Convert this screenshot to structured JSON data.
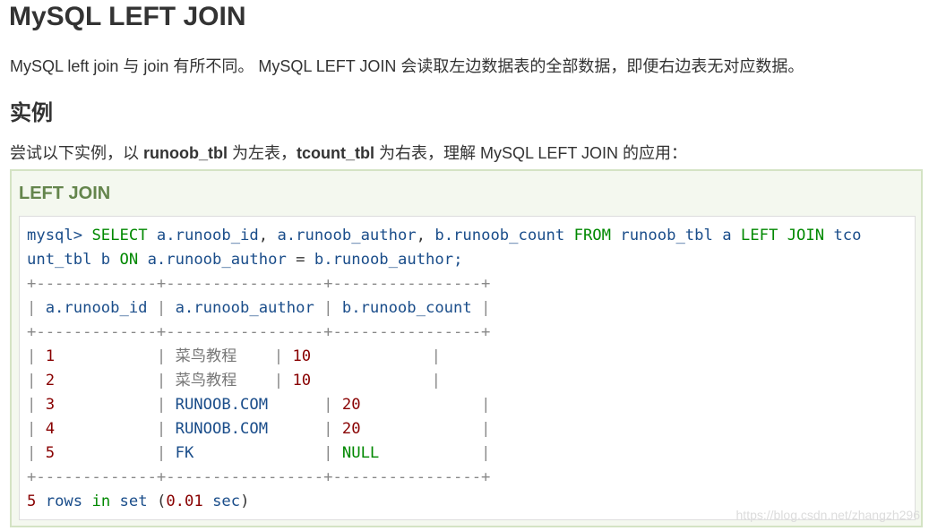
{
  "page": {
    "title": "MySQL LEFT JOIN",
    "intro": "MySQL left join 与 join 有所不同。 MySQL LEFT JOIN 会读取左边数据表的全部数据，即便右边表无对应数据。",
    "section_heading": "实例",
    "desc": {
      "prefix": "尝试以下实例，以 ",
      "table_left": "runoob_tbl",
      "middle": " 为左表，",
      "table_right": "tcount_tbl",
      "suffix": " 为右表，理解 MySQL LEFT JOIN 的应用："
    }
  },
  "example": {
    "title": "LEFT JOIN",
    "query": {
      "prompt": "mysql>",
      "kw_select": "SELECT",
      "col1": "a.runoob_id",
      "col2": "a.runoob_author",
      "col3": "b.runoob_count",
      "kw_from": "FROM",
      "table1": "runoob_tbl",
      "alias1": "a",
      "kw_left": "LEFT",
      "kw_join": "JOIN",
      "table2_part1": "tco",
      "table2_part2": "unt_tbl",
      "alias2": "b",
      "kw_on": "ON",
      "cond_left": "a.runoob_author",
      "cond_op": "=",
      "cond_right": "b.runoob_author;"
    },
    "table": {
      "border": "+-------------+-----------------+----------------+",
      "headers": [
        "a.runoob_id",
        "a.runoob_author",
        "b.runoob_count"
      ],
      "rows": [
        {
          "id": "1",
          "author": "菜鸟教程",
          "count": "10"
        },
        {
          "id": "2",
          "author": "菜鸟教程",
          "count": "10"
        },
        {
          "id": "3",
          "author": "RUNOOB.COM",
          "count": "20"
        },
        {
          "id": "4",
          "author": "RUNOOB.COM",
          "count": "20"
        },
        {
          "id": "5",
          "author": "FK",
          "count": "NULL"
        }
      ]
    },
    "footer": {
      "count": "5",
      "rows_word": "rows",
      "in_word": "in",
      "set_word": "set",
      "time": "0.01",
      "sec_word": "sec"
    }
  },
  "watermark": "https://blog.csdn.net/zhangzh296"
}
